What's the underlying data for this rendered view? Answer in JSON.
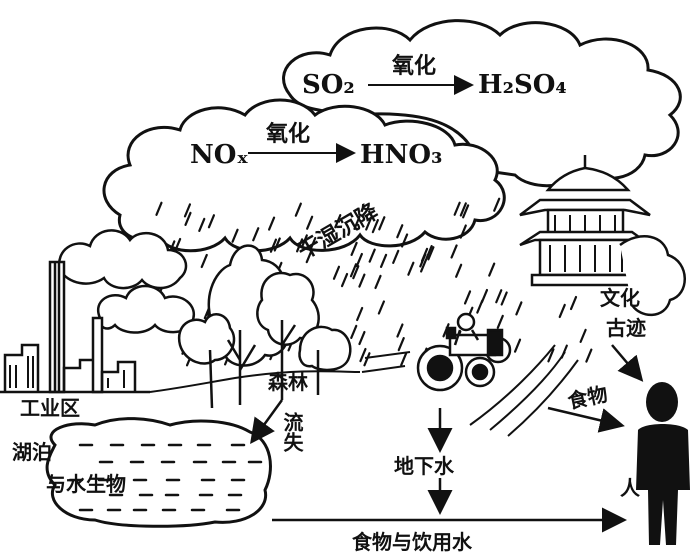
{
  "colors": {
    "ink": "#111111",
    "paper": "#ffffff"
  },
  "reactions": {
    "r1": {
      "from": "SO₂",
      "arrow_label": "氧化",
      "to": "H₂SO₄"
    },
    "r2": {
      "from": "NOₓ",
      "arrow_label": "氧化",
      "to": "HNO₃"
    }
  },
  "labels": {
    "deposition": "干湿沉降",
    "industrial": "工业区",
    "forest": "森林",
    "runoff": "流失",
    "lake": "湖泊",
    "aquatic": "与水生物",
    "groundwater": "地下水",
    "food": "食物",
    "food_water": "食物与饮用水",
    "heritage_1": "文化",
    "heritage_2": "古迹",
    "person": "人"
  },
  "icons": [
    "factory-icon",
    "chimney-icon",
    "smoke-icon",
    "tree-icon",
    "tractor-icon",
    "pagoda-icon",
    "person-icon",
    "lake-icon",
    "cloud-icon",
    "rain-icon"
  ]
}
